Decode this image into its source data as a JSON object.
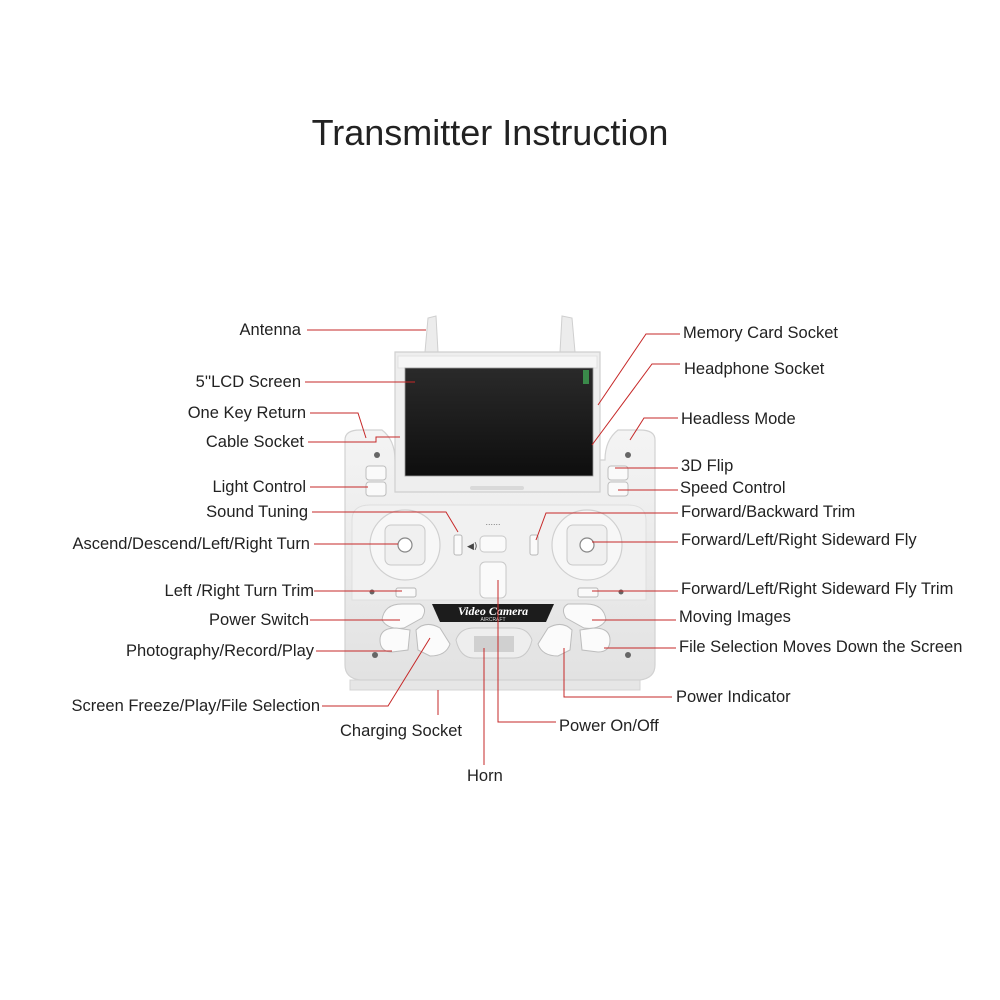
{
  "title": "Transmitter Instruction",
  "device": {
    "logo_main": "Video Camera",
    "logo_sub": "AIRCRAFT"
  },
  "labels_left": {
    "antenna": "Antenna",
    "lcd_screen": "5''LCD Screen",
    "one_key_return": "One Key Return",
    "cable_socket": "Cable Socket",
    "light_control": "Light Control",
    "sound_tuning": "Sound Tuning",
    "ascend_descend": "Ascend/Descend/Left/Right Turn",
    "turn_trim": "Left /Right Turn Trim",
    "power_switch": "Power Switch",
    "photography": "Photography/Record/Play",
    "screen_freeze": "Screen Freeze/Play/File Selection"
  },
  "labels_right": {
    "memory_card": "Memory Card Socket",
    "headphone": "Headphone Socket",
    "headless": "Headless Mode",
    "flip_3d": "3D Flip",
    "speed_control": "Speed Control",
    "fwd_back_trim": "Forward/Backward Trim",
    "sideward_fly": "Forward/Left/Right Sideward Fly",
    "sideward_trim": "Forward/Left/Right Sideward Fly Trim",
    "moving_images": "Moving Images",
    "file_down": "File Selection Moves Down the Screen",
    "power_indicator": "Power Indicator"
  },
  "labels_bottom": {
    "charging_socket": "Charging Socket",
    "power_on_off": "Power On/Off",
    "horn": "Horn"
  }
}
